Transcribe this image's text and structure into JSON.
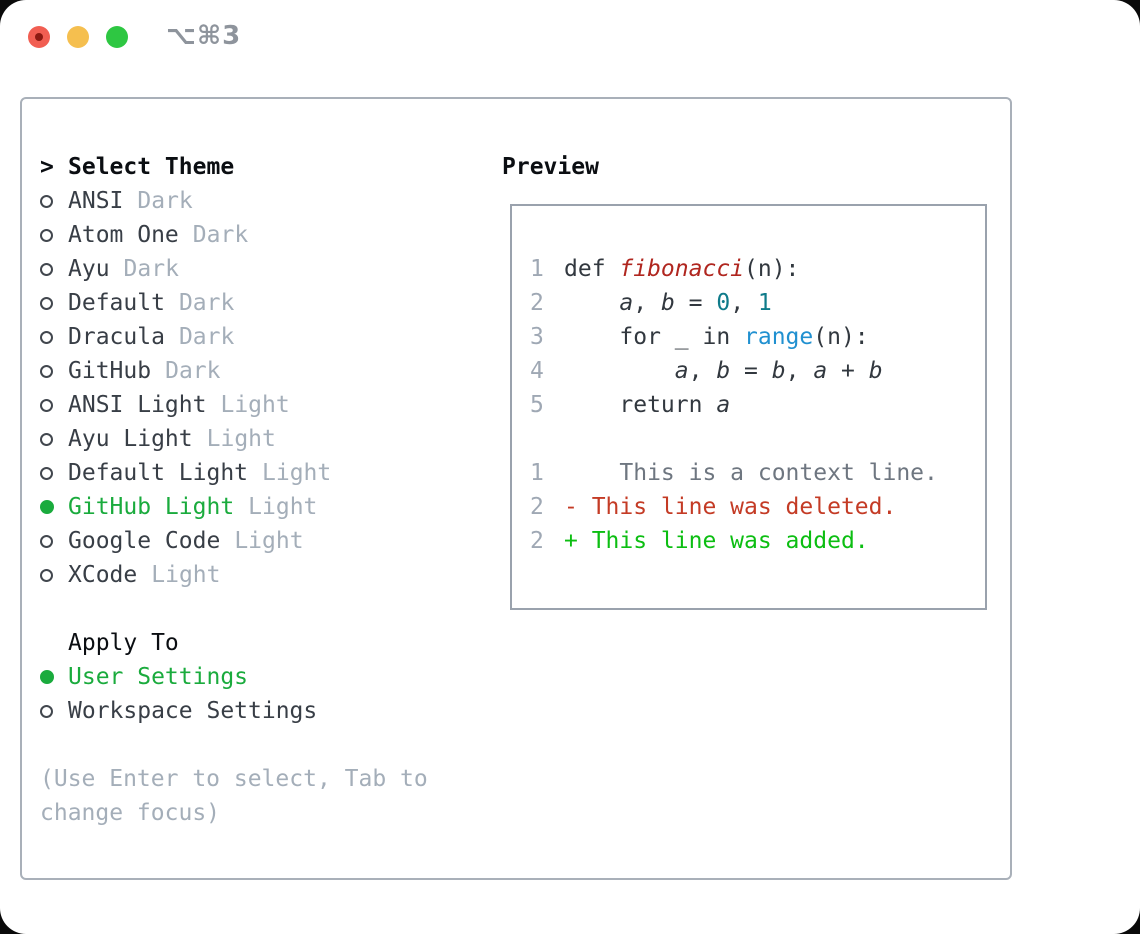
{
  "window": {
    "title": "⌥⌘3",
    "traffic_lights": [
      "close",
      "minimize",
      "zoom"
    ]
  },
  "theme_picker": {
    "header_prefix": ">",
    "header": "Select Theme",
    "items": [
      {
        "name": "ANSI",
        "tag": "Dark",
        "selected": false
      },
      {
        "name": "Atom One",
        "tag": "Dark",
        "selected": false
      },
      {
        "name": "Ayu",
        "tag": "Dark",
        "selected": false
      },
      {
        "name": "Default",
        "tag": "Dark",
        "selected": false
      },
      {
        "name": "Dracula",
        "tag": "Dark",
        "selected": false
      },
      {
        "name": "GitHub",
        "tag": "Dark",
        "selected": false
      },
      {
        "name": "ANSI Light",
        "tag": "Light",
        "selected": false
      },
      {
        "name": "Ayu Light",
        "tag": "Light",
        "selected": false
      },
      {
        "name": "Default Light",
        "tag": "Light",
        "selected": false
      },
      {
        "name": "GitHub Light",
        "tag": "Light",
        "selected": true
      },
      {
        "name": "Google Code",
        "tag": "Light",
        "selected": false
      },
      {
        "name": "XCode",
        "tag": "Light",
        "selected": false
      }
    ],
    "apply_to": {
      "header": "Apply To",
      "options": [
        {
          "name": "User Settings",
          "selected": true
        },
        {
          "name": "Workspace Settings",
          "selected": false
        }
      ]
    },
    "hint": "(Use Enter to select, Tab to change focus)"
  },
  "preview": {
    "header": "Preview",
    "lines": [
      {
        "num": "1",
        "tokens": [
          {
            "t": "def ",
            "c": "code"
          },
          {
            "t": "fibonacci",
            "c": "func",
            "i": true
          },
          {
            "t": "(n):",
            "c": "code"
          }
        ]
      },
      {
        "num": "2",
        "tokens": [
          {
            "t": "    ",
            "c": "code"
          },
          {
            "t": "a",
            "c": "code",
            "i": true
          },
          {
            "t": ", ",
            "c": "code"
          },
          {
            "t": "b",
            "c": "code",
            "i": true
          },
          {
            "t": " = ",
            "c": "code"
          },
          {
            "t": "0",
            "c": "num"
          },
          {
            "t": ", ",
            "c": "code"
          },
          {
            "t": "1",
            "c": "num"
          }
        ]
      },
      {
        "num": "3",
        "tokens": [
          {
            "t": "    for _ in ",
            "c": "code"
          },
          {
            "t": "range",
            "c": "builtin"
          },
          {
            "t": "(n):",
            "c": "code"
          }
        ]
      },
      {
        "num": "4",
        "tokens": [
          {
            "t": "        ",
            "c": "code"
          },
          {
            "t": "a",
            "c": "code",
            "i": true
          },
          {
            "t": ", ",
            "c": "code"
          },
          {
            "t": "b",
            "c": "code",
            "i": true
          },
          {
            "t": " = ",
            "c": "code"
          },
          {
            "t": "b",
            "c": "code",
            "i": true
          },
          {
            "t": ", ",
            "c": "code"
          },
          {
            "t": "a",
            "c": "code",
            "i": true
          },
          {
            "t": " + ",
            "c": "code"
          },
          {
            "t": "b",
            "c": "code",
            "i": true
          }
        ]
      },
      {
        "num": "5",
        "tokens": [
          {
            "t": "    return ",
            "c": "code"
          },
          {
            "t": "a",
            "c": "code",
            "i": true
          }
        ]
      },
      {
        "num": "",
        "tokens": []
      },
      {
        "num": "1",
        "tokens": [
          {
            "t": "    This is a context line.",
            "c": "context"
          }
        ]
      },
      {
        "num": "2",
        "tokens": [
          {
            "t": "- This line was deleted.",
            "c": "deleted"
          }
        ]
      },
      {
        "num": "2",
        "tokens": [
          {
            "t": "+ This line was added.",
            "c": "added"
          }
        ]
      }
    ]
  },
  "icons": {
    "radio_unselected": "circle-outline",
    "radio_selected": "circle-filled",
    "selection_caret": ">"
  },
  "colors": {
    "accent_green": "#1aab3d",
    "added_green": "#0cbe12",
    "deleted_red": "#c43b25",
    "func_red": "#b0261f",
    "number_teal": "#0f7b8a",
    "builtin_blue": "#2090d0",
    "context_gray": "#6e7680",
    "muted_gray": "#a4aeb9",
    "text_dark": "#383e46",
    "line_number": "#9fa8b4",
    "border_gray": "#a9b0b9",
    "traffic_red": "#f15e52",
    "traffic_red_dot": "#8c1a12",
    "traffic_yellow": "#f5bf4f",
    "traffic_green": "#2ec742"
  }
}
